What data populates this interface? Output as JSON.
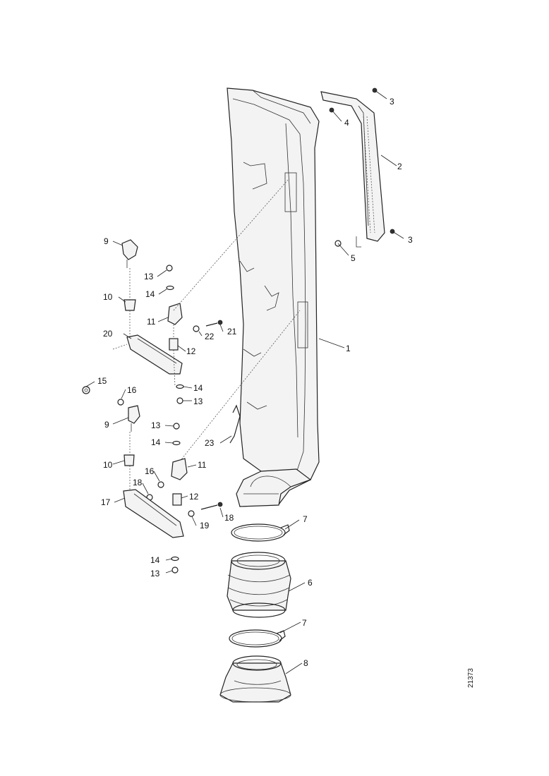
{
  "callouts": {
    "c1": "1",
    "c2": "2",
    "c3a": "3",
    "c3b": "3",
    "c4": "4",
    "c5": "5",
    "c6": "6",
    "c7a": "7",
    "c7b": "7",
    "c8": "8",
    "c9a": "9",
    "c9b": "9",
    "c10a": "10",
    "c10b": "10",
    "c11a": "11",
    "c11b": "11",
    "c12a": "12",
    "c12b": "12",
    "c13a": "13",
    "c13b": "13",
    "c13c": "13",
    "c13d": "13",
    "c14a": "14",
    "c14b": "14",
    "c14c": "14",
    "c14d": "14",
    "c15": "15",
    "c16a": "16",
    "c16b": "16",
    "c17": "17",
    "c18a": "18",
    "c18b": "18",
    "c19": "19",
    "c20": "20",
    "c21": "21",
    "c22": "22",
    "c23": "23"
  },
  "drawing_ref": "21373"
}
